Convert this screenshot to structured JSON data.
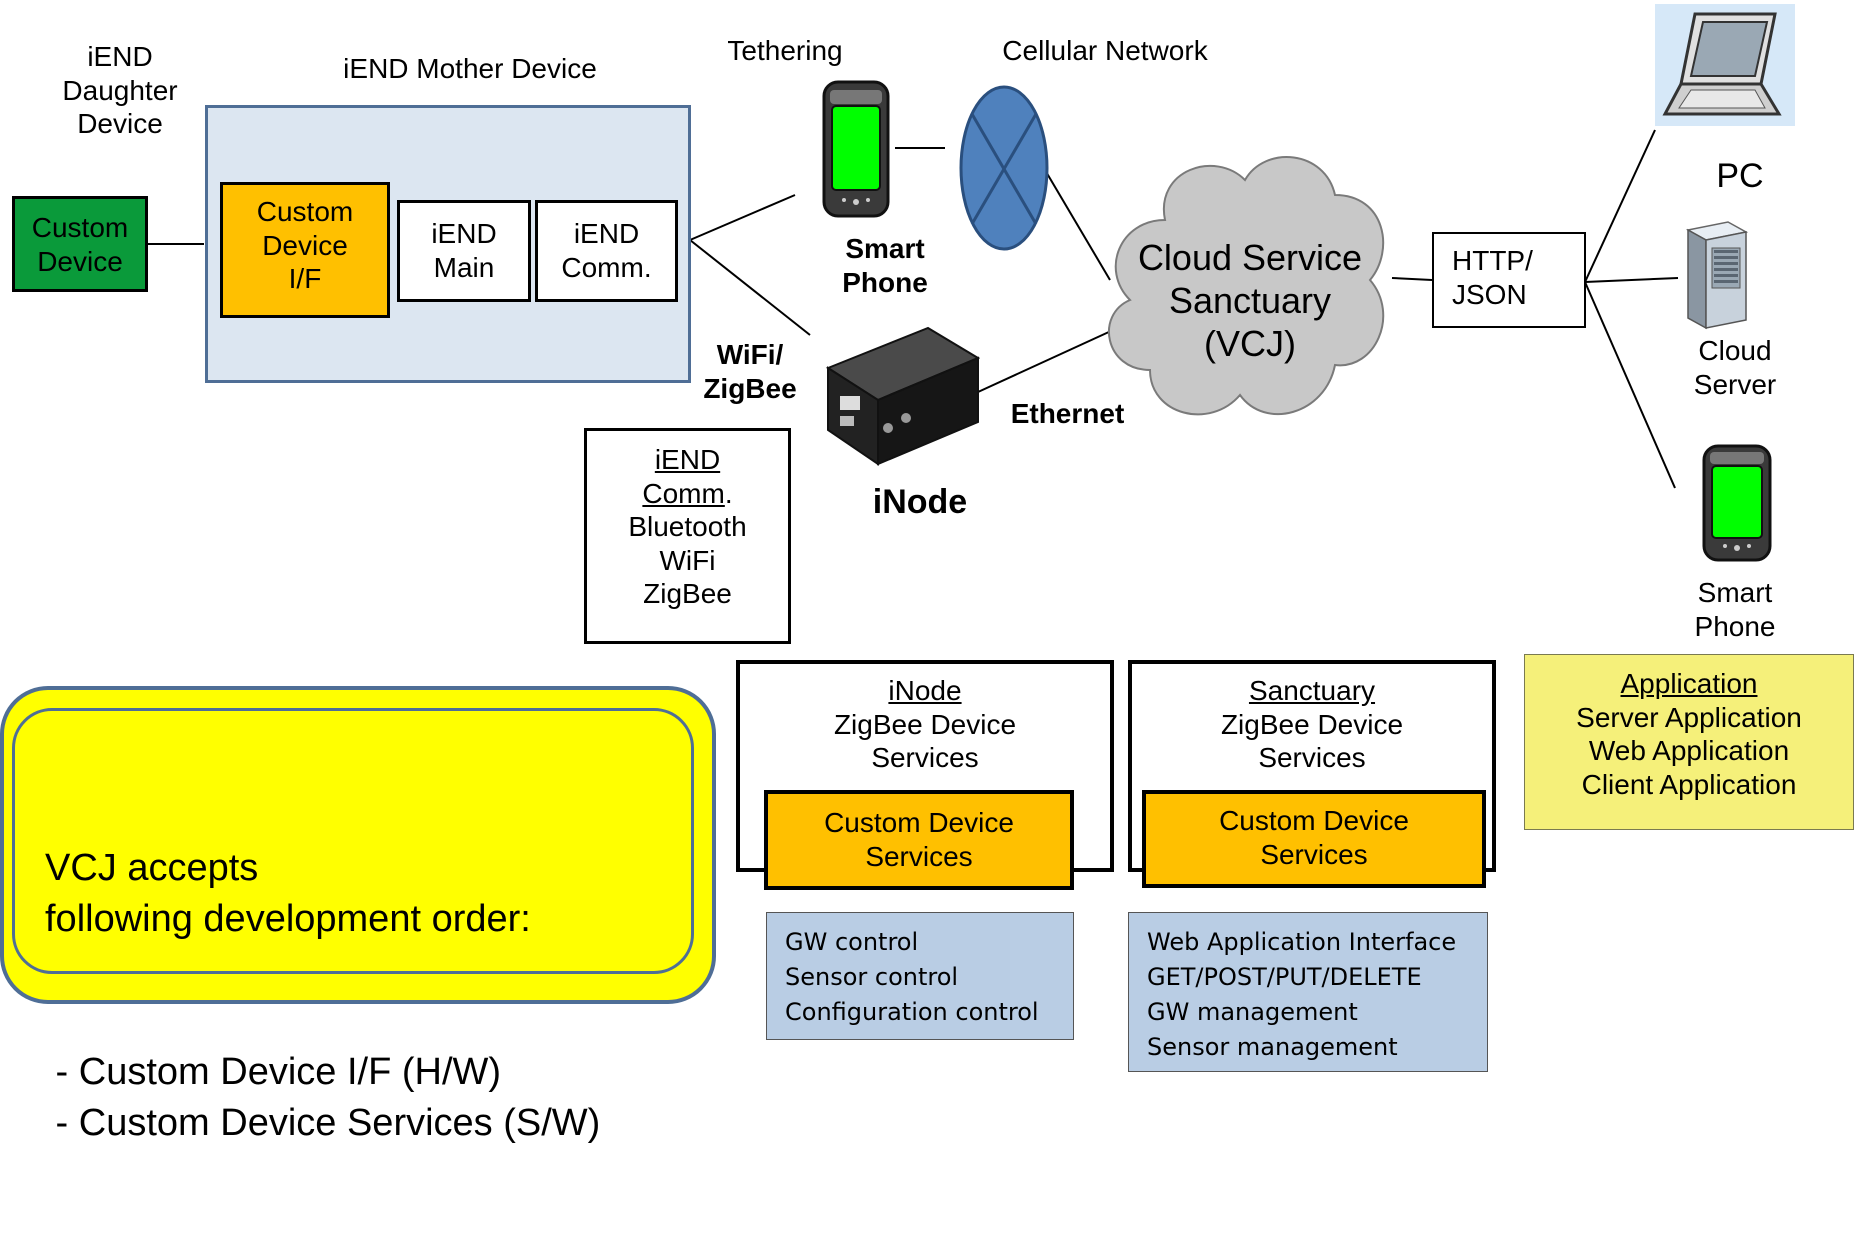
{
  "left": {
    "daughter_label": [
      "iEND",
      "Daughter",
      "Device"
    ],
    "mother_label": "iEND Mother Device",
    "custom_device": [
      "Custom",
      "Device"
    ],
    "custom_if": [
      "Custom",
      "Device",
      "I/F"
    ],
    "main": [
      "iEND",
      "Main"
    ],
    "comm": [
      "iEND",
      "Comm."
    ]
  },
  "middle": {
    "tethering": "Tethering",
    "cellular": "Cellular Network",
    "smartphone": [
      "Smart",
      "Phone"
    ],
    "wifi_zigbee": [
      "WiFi/",
      "ZigBee"
    ],
    "ethernet": "Ethernet",
    "inode": "iNode",
    "comm_box": {
      "title": "iEND",
      "title2": "Comm",
      "title2_suffix": ".",
      "items": [
        "Bluetooth",
        "WiFi",
        "ZigBee"
      ]
    }
  },
  "cloud": {
    "lines": [
      "Cloud Service",
      "Sanctuary",
      "(VCJ)"
    ]
  },
  "http": [
    "HTTP/",
    "JSON"
  ],
  "right": {
    "pc": "PC",
    "server": [
      "Cloud",
      "Server"
    ],
    "phone": [
      "Smart",
      "Phone"
    ],
    "app_box": {
      "title": "Application",
      "items": [
        "Server Application",
        "Web Application",
        "Client Application"
      ]
    }
  },
  "inode_services": {
    "title": "iNode",
    "lines": [
      "ZigBee Device",
      "Services"
    ],
    "custom": [
      "Custom Device",
      "Services"
    ],
    "notes": [
      "GW control",
      "Sensor control",
      "Configuration control"
    ]
  },
  "sanctuary_services": {
    "title": "Sanctuary",
    "lines": [
      "ZigBee Device",
      "Services"
    ],
    "custom": [
      "Custom Device",
      "Services"
    ],
    "notes": [
      "Web Application Interface",
      "GET/POST/PUT/DELETE",
      "GW management",
      "Sensor management"
    ]
  },
  "vcj_note": [
    "VCJ accepts",
    "following development order:",
    " - Custom Device I/F (H/W)",
    " - Custom Device Services (S/W)"
  ],
  "colors": {
    "green": "#0a9a3a",
    "orange": "#ffc000",
    "lightblue": "#dce6f1",
    "yellow": "#ffff00",
    "app_yellow": "#f5f07a",
    "note_blue": "#b9cde4",
    "phone_green": "#00ff00",
    "cloud": "#c8c8c8"
  }
}
